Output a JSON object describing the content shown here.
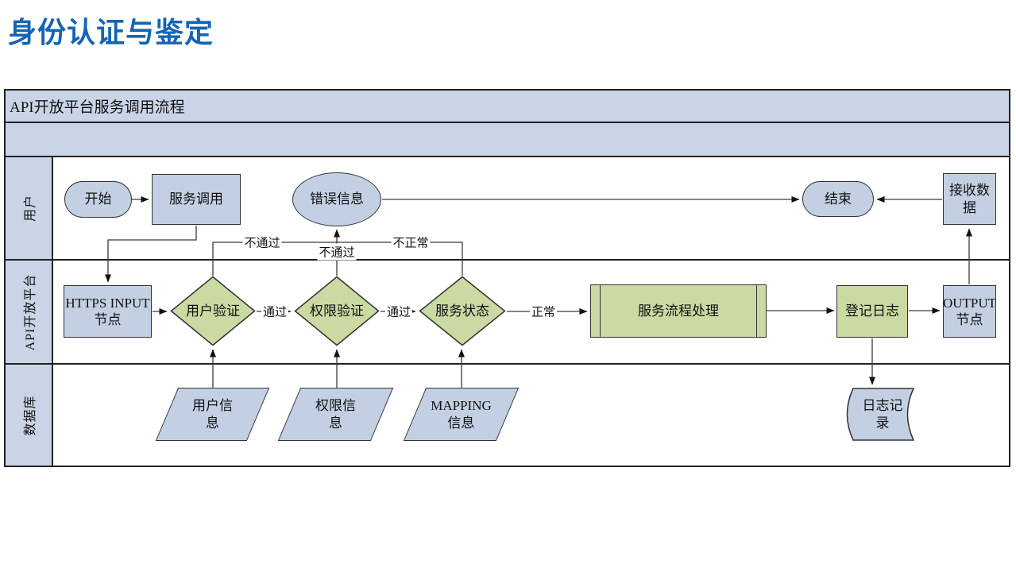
{
  "page_title": "身份认证与鉴定",
  "colors": {
    "title_blue": "#1365b4",
    "band_blue": "#c9d5e7",
    "shape_blue": "#c3d0e3",
    "shape_green": "#cbd9a2",
    "line_dark": "#333333"
  },
  "table": {
    "header_title": "API开放平台服务调用流程",
    "lanes": [
      "用户",
      "API开放平台",
      "数据库"
    ]
  },
  "nodes": {
    "start": "开始",
    "service_call": "服务调用",
    "error_info": "错误信息",
    "end": "结束",
    "receive_data": [
      "接收数",
      "据"
    ],
    "https_input": [
      "HTTPS INPUT",
      "节点"
    ],
    "user_verify": "用户验证",
    "perm_verify": "权限验证",
    "service_status": "服务状态",
    "process": "服务流程处理",
    "log_register": "登记日志",
    "output": [
      "OUTPUT",
      "节点"
    ],
    "user_info": [
      "用户信",
      "息"
    ],
    "perm_info": [
      "权限信",
      "息"
    ],
    "mapping_info": [
      "MAPPING",
      "信息"
    ],
    "log_record": [
      "日志记",
      "录"
    ]
  },
  "edge_labels": {
    "pass1": "通过",
    "pass2": "通过",
    "normal": "正常",
    "fail_user": "不通过",
    "fail_perm": "不通过",
    "abnormal": "不正常"
  }
}
